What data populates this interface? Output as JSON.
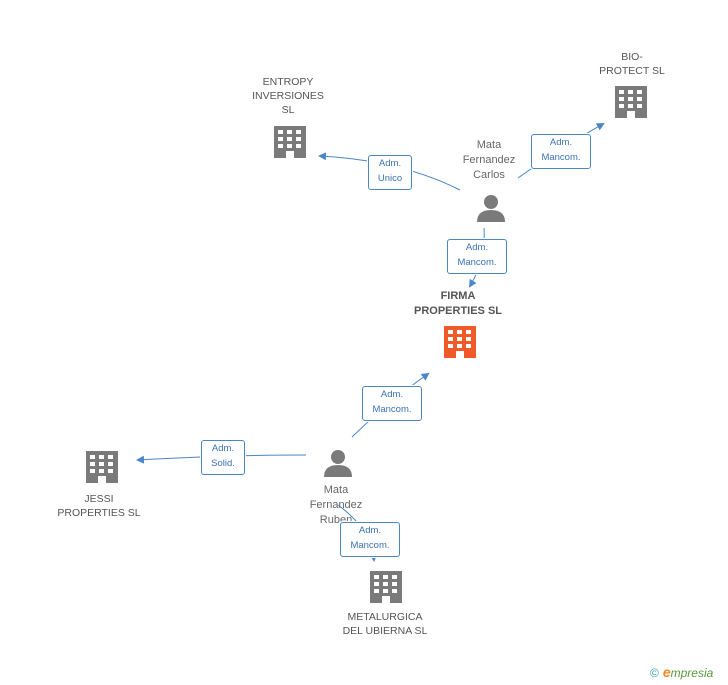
{
  "nodes": {
    "entropy": {
      "label": "ENTROPY\nINVERSIONES\nSL"
    },
    "bio": {
      "label": "BIO-\nPROTECT SL"
    },
    "firma": {
      "label": "FIRMA\nPROPERTIES SL"
    },
    "jessi": {
      "label": "JESSI\nPROPERTIES SL"
    },
    "metalurgica": {
      "label": "METALURGICA\nDEL UBIERNA  SL"
    },
    "carlos": {
      "label": "Mata\nFernandez\nCarlos"
    },
    "ruben": {
      "label": "Mata\nFernandez\nRuben"
    }
  },
  "badges": {
    "carlos_entropy": {
      "line1": "Adm.",
      "line2": "Unico"
    },
    "carlos_bio": {
      "line1": "Adm.",
      "line2": "Mancom."
    },
    "carlos_firma": {
      "line1": "Adm.",
      "line2": "Mancom."
    },
    "ruben_firma": {
      "line1": "Adm.",
      "line2": "Mancom."
    },
    "ruben_jessi": {
      "line1": "Adm.",
      "line2": "Solid."
    },
    "ruben_metalurgica": {
      "line1": "Adm.",
      "line2": "Mancom."
    }
  },
  "footer": {
    "copyright": "©",
    "brand_initial": "e",
    "brand_rest": "mpresia"
  },
  "colors": {
    "building": "#7a7a7a",
    "main_building": "#f05a28",
    "person": "#7a7a7a",
    "edge": "#4a86c8"
  }
}
